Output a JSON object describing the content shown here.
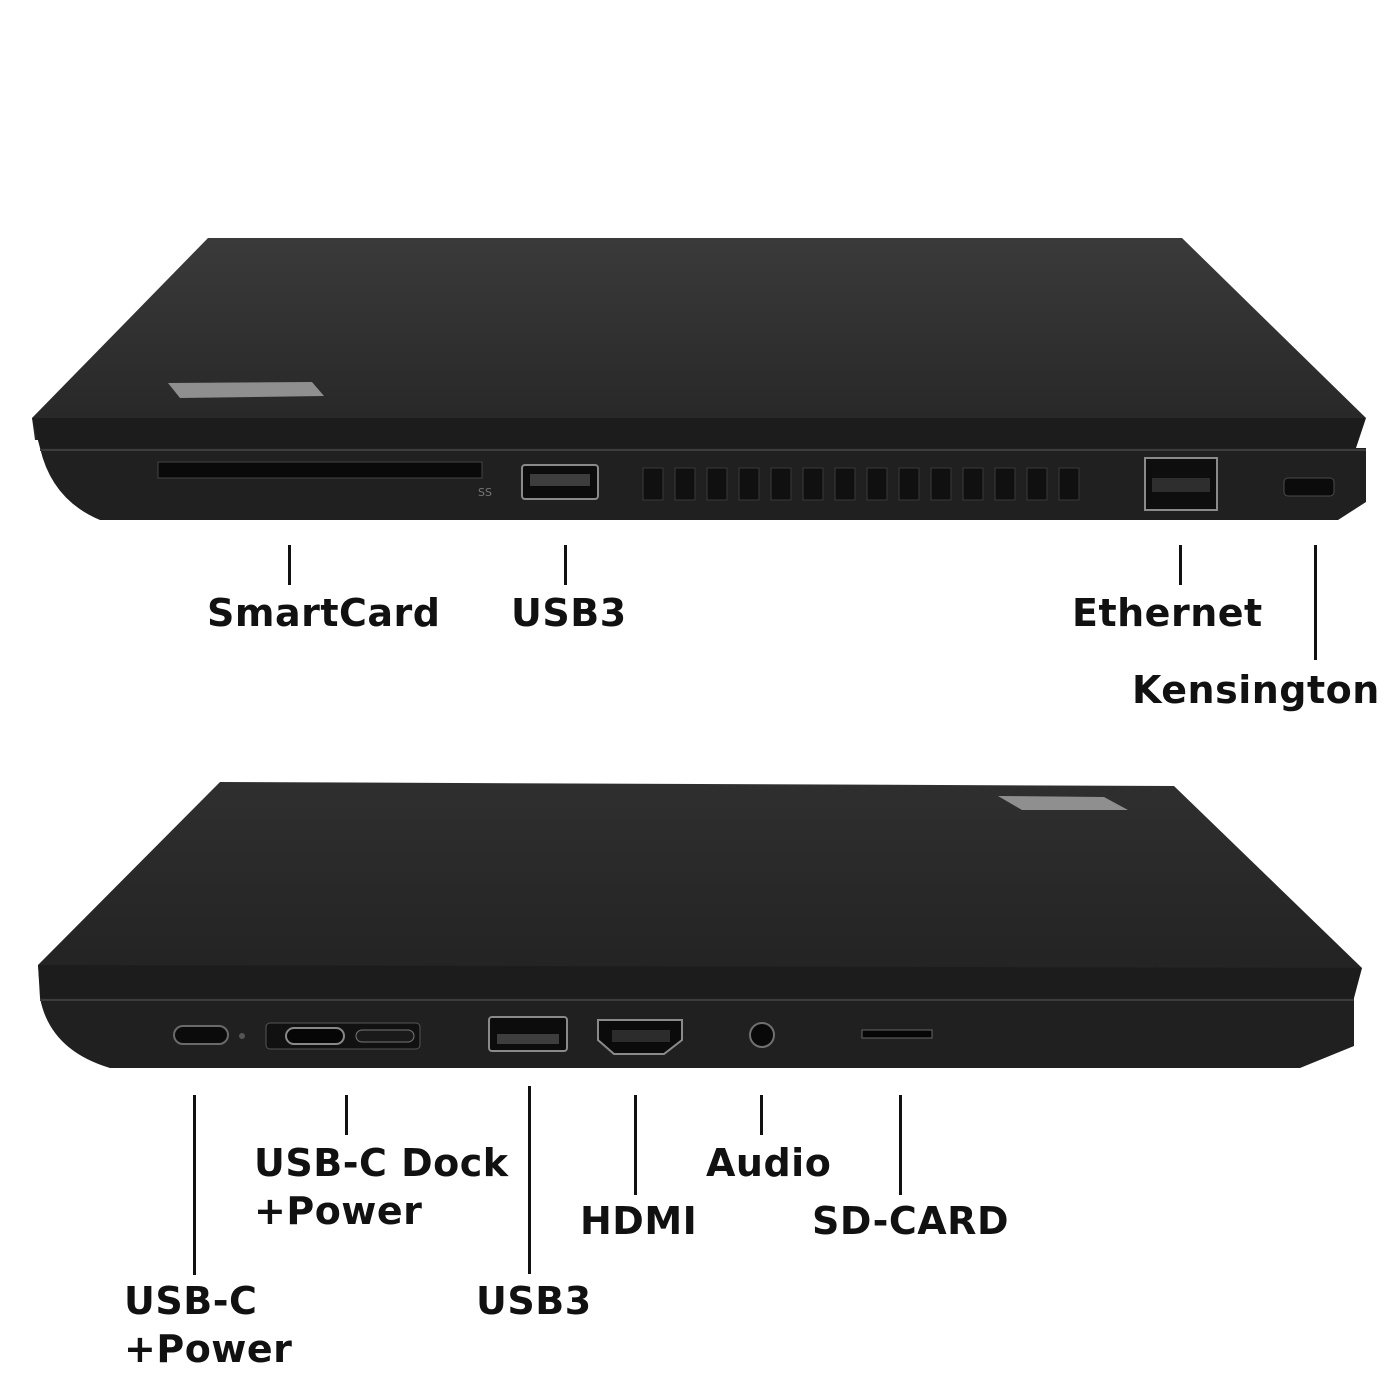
{
  "top_view": {
    "labels": [
      {
        "id": "smartcard",
        "lines": [
          "SmartCard"
        ]
      },
      {
        "id": "usb3",
        "lines": [
          "USB3"
        ]
      },
      {
        "id": "ethernet",
        "lines": [
          "Ethernet"
        ]
      },
      {
        "id": "kensington",
        "lines": [
          "Kensington"
        ]
      }
    ]
  },
  "bottom_view": {
    "labels": [
      {
        "id": "usbc-power",
        "lines": [
          "USB-C",
          "+Power"
        ]
      },
      {
        "id": "usbc-dock",
        "lines": [
          "USB-C Dock",
          "+Power"
        ]
      },
      {
        "id": "usb3",
        "lines": [
          "USB3"
        ]
      },
      {
        "id": "hdmi",
        "lines": [
          "HDMI"
        ]
      },
      {
        "id": "audio",
        "lines": [
          "Audio"
        ]
      },
      {
        "id": "sdcard",
        "lines": [
          "SD-CARD"
        ]
      }
    ]
  },
  "colors": {
    "laptop_body": "#2a2a2a",
    "laptop_edge": "#1a1a1a",
    "label": "#111111",
    "background": "#ffffff"
  }
}
